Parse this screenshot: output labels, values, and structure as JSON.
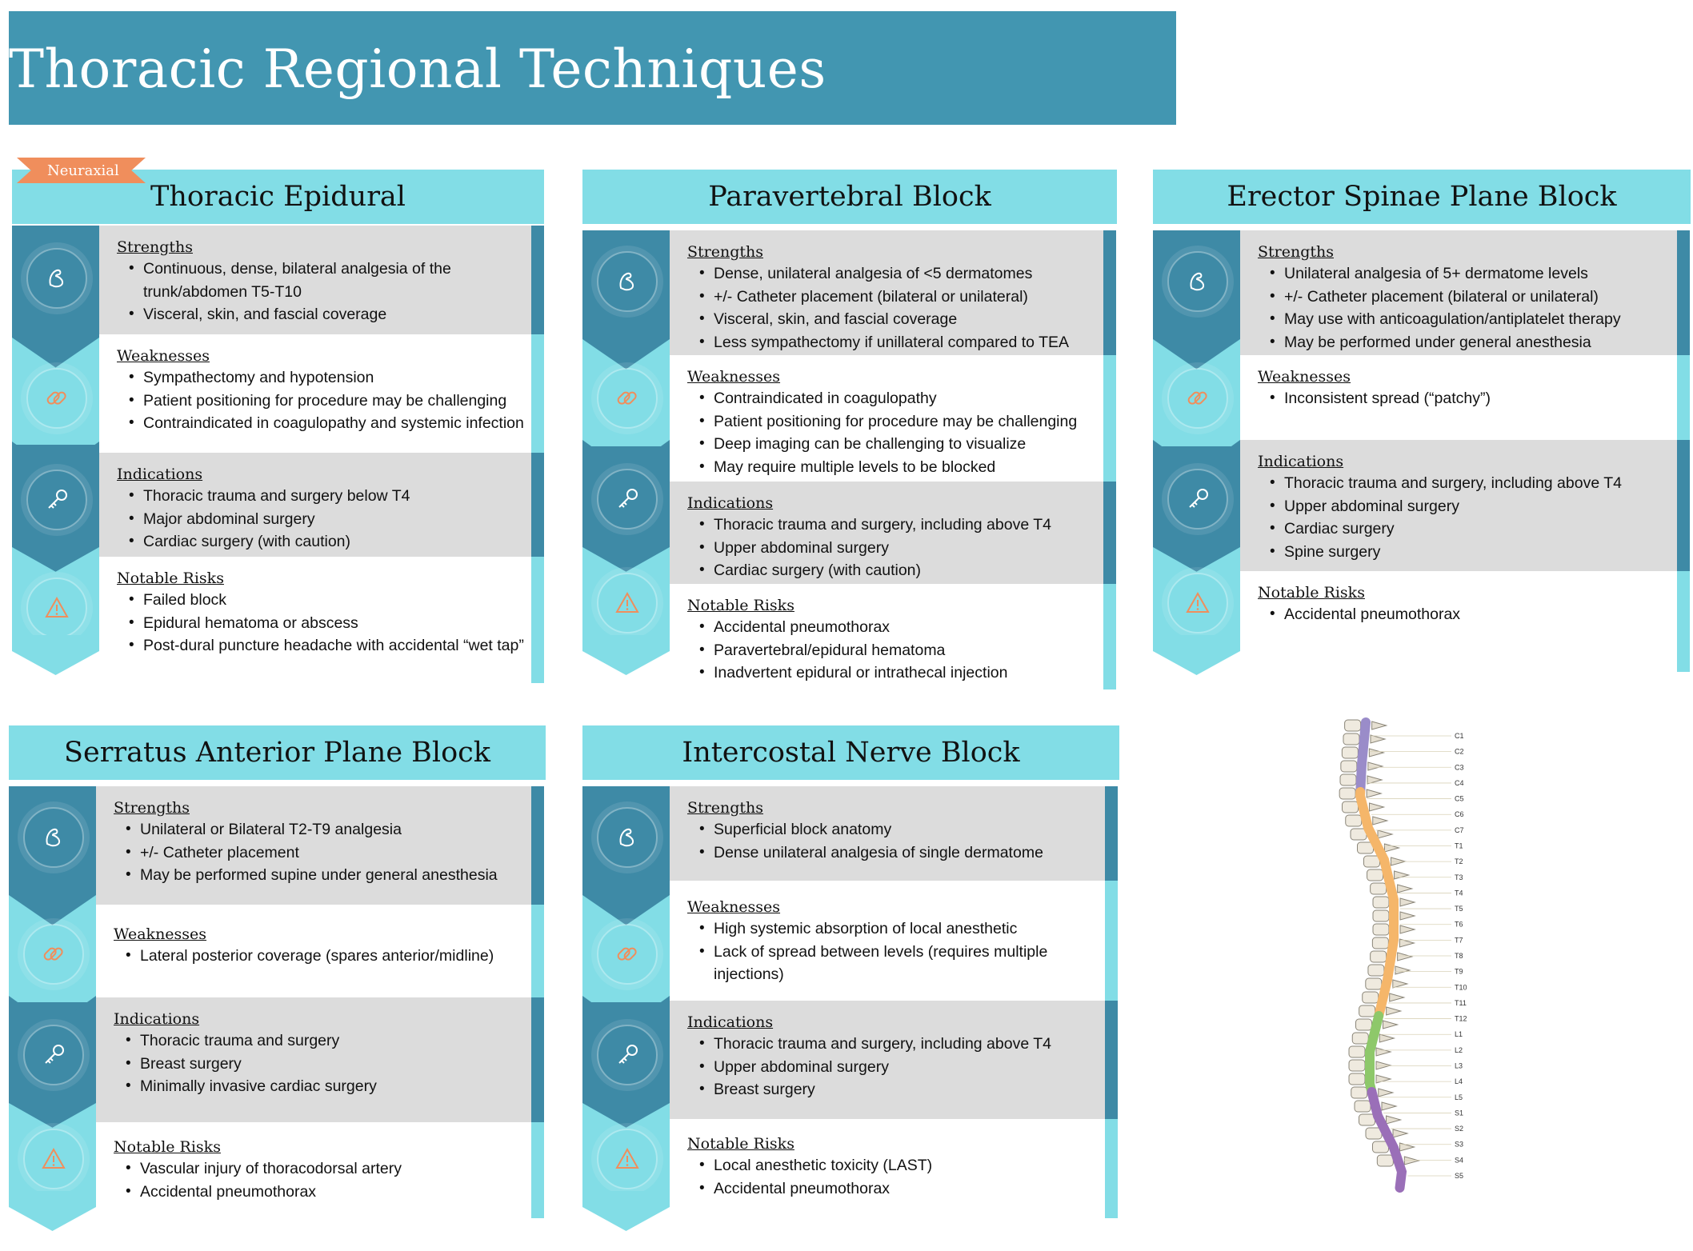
{
  "page": {
    "title": "Thoracic Regional Techniques"
  },
  "cards": [
    {
      "tag": "Neuraxial",
      "title": "Thoracic Epidural",
      "sections": [
        {
          "heading": "Strengths",
          "items": [
            "Continuous, dense, bilateral analgesia of the trunk/abdomen T5-T10",
            "Visceral, skin, and fascial coverage"
          ]
        },
        {
          "heading": "Weaknesses",
          "items": [
            "Sympathectomy and hypotension",
            "Patient positioning for procedure may be challenging",
            "Contraindicated in coagulopathy and systemic infection"
          ]
        },
        {
          "heading": "Indications",
          "items": [
            "Thoracic trauma and surgery below T4",
            "Major abdominal surgery",
            "Cardiac surgery (with caution)"
          ]
        },
        {
          "heading": "Notable Risks",
          "items": [
            "Failed block",
            "Epidural hematoma or abscess",
            "Post-dural puncture headache with accidental “wet tap”"
          ]
        }
      ]
    },
    {
      "title": "Paravertebral Block",
      "sections": [
        {
          "heading": "Strengths",
          "items": [
            "Dense, unilateral analgesia of <5 dermatomes",
            "+/- Catheter placement (bilateral or unilateral)",
            "Visceral, skin, and fascial coverage",
            "Less sympathectomy if unillateral compared to TEA"
          ]
        },
        {
          "heading": "Weaknesses",
          "items": [
            "Contraindicated in coagulopathy",
            "Patient positioning for procedure may be challenging",
            "Deep imaging can be challenging to visualize",
            "May require multiple levels to be blocked"
          ]
        },
        {
          "heading": "Indications",
          "items": [
            "Thoracic trauma and surgery, including above T4",
            "Upper abdominal surgery",
            "Cardiac surgery (with caution)"
          ]
        },
        {
          "heading": "Notable Risks",
          "items": [
            "Accidental pneumothorax",
            "Paravertebral/epidural hematoma",
            "Inadvertent epidural or intrathecal injection"
          ]
        }
      ]
    },
    {
      "title": "Erector Spinae Plane Block",
      "sections": [
        {
          "heading": "Strengths",
          "items": [
            "Unilateral analgesia of 5+ dermatome levels",
            "+/- Catheter placement (bilateral or unilateral)",
            "May use with anticoagulation/antiplatelet therapy",
            "May be performed under general anesthesia"
          ]
        },
        {
          "heading": "Weaknesses",
          "items": [
            "Inconsistent spread (“patchy”)"
          ]
        },
        {
          "heading": "Indications",
          "items": [
            "Thoracic trauma and surgery, including above T4",
            "Upper abdominal surgery",
            "Cardiac surgery",
            "Spine surgery"
          ]
        },
        {
          "heading": "Notable Risks",
          "items": [
            "Accidental pneumothorax"
          ]
        }
      ]
    },
    {
      "title": "Serratus Anterior Plane Block",
      "sections": [
        {
          "heading": "Strengths",
          "items": [
            "Unilateral or Bilateral T2-T9 analgesia",
            "+/- Catheter placement",
            "May be performed supine under general anesthesia"
          ]
        },
        {
          "heading": "Weaknesses",
          "items": [
            "Lateral posterior coverage (spares anterior/midline)"
          ]
        },
        {
          "heading": "Indications",
          "items": [
            "Thoracic trauma and surgery",
            "Breast surgery",
            "Minimally invasive cardiac surgery"
          ]
        },
        {
          "heading": "Notable Risks",
          "items": [
            "Vascular injury of thoracodorsal artery",
            "Accidental pneumothorax"
          ]
        }
      ]
    },
    {
      "title": "Intercostal Nerve Block",
      "sections": [
        {
          "heading": "Strengths",
          "items": [
            "Superficial block anatomy",
            "Dense unilateral analgesia of single dermatome"
          ]
        },
        {
          "heading": "Weaknesses",
          "items": [
            "High systemic absorption of local anesthetic",
            "Lack of spread between levels (requires multiple injections)"
          ]
        },
        {
          "heading": "Indications",
          "items": [
            "Thoracic trauma and surgery, including above T4",
            "Upper abdominal surgery",
            "Breast surgery"
          ]
        },
        {
          "heading": "Notable Risks",
          "items": [
            "Local anesthetic toxicity (LAST)",
            "Accidental pneumothorax"
          ]
        }
      ]
    }
  ],
  "section_icons": [
    "flexed-arm-icon",
    "chain-link-icon",
    "key-icon",
    "warning-triangle-icon"
  ],
  "spine": {
    "labels": [
      "C1",
      "C2",
      "C3",
      "C4",
      "C5",
      "C6",
      "C7",
      "T1",
      "T2",
      "T3",
      "T4",
      "T5",
      "T6",
      "T7",
      "T8",
      "T9",
      "T10",
      "T11",
      "T12",
      "L1",
      "L2",
      "L3",
      "L4",
      "L5",
      "S1",
      "S2",
      "S3",
      "S4",
      "S5"
    ],
    "colors": {
      "cervical": "#9a8cc9",
      "thoracic": "#f5b66a",
      "lumbar": "#8ec86a",
      "sacral": "#9a6fb8"
    }
  },
  "colors": {
    "title_bar": "#4296b1",
    "header": "#82dde6",
    "rail_dark": "#3e8aa6",
    "tag": "#f08e5c",
    "gray_section": "#dcdcdc",
    "icon_orange": "#f08e5c"
  }
}
